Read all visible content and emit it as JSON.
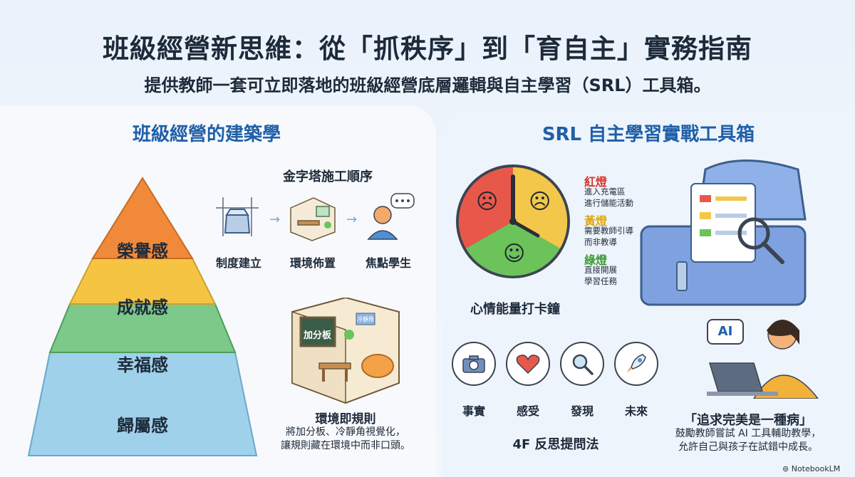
{
  "header": {
    "title": "班級經營新思維：從「抓秩序」到「育自主」實務指南",
    "subtitle": "提供教師一套可立即落地的班級經營底層邏輯與自主學習（SRL）工具箱。"
  },
  "left": {
    "section_title": "班級經營的建築學",
    "pyramid": {
      "levels": [
        "榮譽感",
        "成就感",
        "幸福感",
        "歸屬感"
      ],
      "colors": [
        "#f08a3a",
        "#f6c443",
        "#7cc98a",
        "#9fd1ea"
      ]
    },
    "sequence": {
      "title": "金字塔施工順序",
      "steps": [
        "制度建立",
        "環境佈置",
        "焦點學生"
      ]
    },
    "classroom": {
      "board_text": "加分板",
      "sign_text": "冷靜角",
      "title": "環境即規則",
      "desc_line1": "將加分板、冷靜角視覺化，",
      "desc_line2": "讓規則藏在環境中而非口頭。"
    }
  },
  "right": {
    "section_title": "SRL 自主學習實戰工具箱",
    "clock": {
      "label": "心情能量打卡鐘",
      "colors": {
        "red": "#e8584a",
        "yellow": "#f3c74a",
        "green": "#6cc35a"
      }
    },
    "lights": [
      {
        "title": "紅燈",
        "color": "#d8352a",
        "line1": "進入充電區",
        "line2": "進行儲能活動"
      },
      {
        "title": "黃燈",
        "color": "#e0a812",
        "line1": "需要教師引導",
        "line2": "而非教導"
      },
      {
        "title": "綠燈",
        "color": "#3a9a32",
        "line1": "直接開展",
        "line2": "學習任務"
      }
    ],
    "reflection": {
      "items": [
        "事實",
        "感受",
        "發現",
        "未來"
      ],
      "icons": [
        "camera-icon",
        "heart-icon",
        "magnifier-icon",
        "rocket-icon"
      ],
      "title": "4F 反思提問法"
    },
    "ai": {
      "badge": "AI",
      "quote": "「追求完美是一種病」",
      "desc_line1": "鼓勵教師嘗試 AI 工具輔助教學，",
      "desc_line2": "允許自己與孩子在試錯中成長。"
    }
  },
  "footer": {
    "brand": "NotebookLM"
  }
}
